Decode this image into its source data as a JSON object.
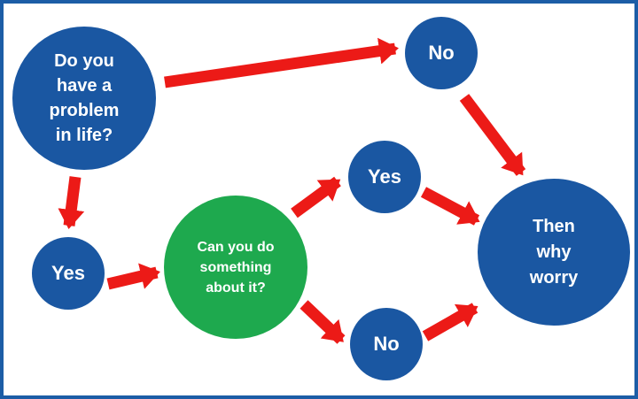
{
  "colors": {
    "node_blue": "#1a57a2",
    "node_green": "#1ea94e",
    "arrow_red": "#ec1a17",
    "border_blue": "#1c5da6",
    "background": "#ffffff",
    "text_white": "#ffffff"
  },
  "diagram": {
    "nodes": [
      {
        "id": "problem",
        "label": "Do you\nhave a\nproblem\nin life?",
        "color": "blue"
      },
      {
        "id": "no-top",
        "label": "No",
        "color": "blue"
      },
      {
        "id": "yes-left",
        "label": "Yes",
        "color": "blue"
      },
      {
        "id": "can",
        "label": "Can you do\nsomething\nabout it?",
        "color": "green"
      },
      {
        "id": "yes-mid",
        "label": "Yes",
        "color": "blue"
      },
      {
        "id": "no-bottom",
        "label": "No",
        "color": "blue"
      },
      {
        "id": "worry",
        "label": "Then\nwhy\nworry",
        "color": "blue"
      }
    ],
    "edges": [
      {
        "from": "problem",
        "to": "no-top"
      },
      {
        "from": "problem",
        "to": "yes-left"
      },
      {
        "from": "yes-left",
        "to": "can"
      },
      {
        "from": "can",
        "to": "yes-mid"
      },
      {
        "from": "can",
        "to": "no-bottom"
      },
      {
        "from": "yes-mid",
        "to": "worry"
      },
      {
        "from": "no-bottom",
        "to": "worry"
      },
      {
        "from": "no-top",
        "to": "worry"
      }
    ]
  }
}
